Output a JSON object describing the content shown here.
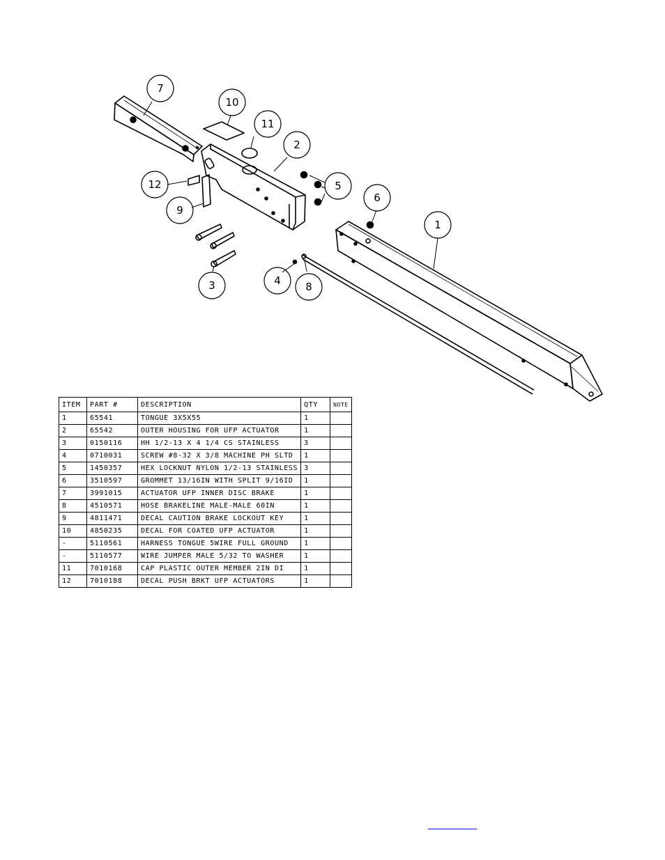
{
  "callouts": [
    "7",
    "10",
    "11",
    "2",
    "12",
    "9",
    "5",
    "6",
    "1",
    "3",
    "4",
    "8"
  ],
  "table": {
    "headers": [
      "ITEM",
      "PART #",
      "DESCRIPTION",
      "QTY",
      "NOTE"
    ],
    "rows": [
      [
        "1",
        "65541",
        "TONGUE 3X5X55",
        "1",
        ""
      ],
      [
        "2",
        "65542",
        "OUTER HOUSING FOR UFP ACTUATOR",
        "1",
        ""
      ],
      [
        "3",
        "0150116",
        "HH 1/2-13 X 4 1/4 CS STAINLESS",
        "3",
        ""
      ],
      [
        "4",
        "0710031",
        "SCREW #8-32 X 3/8 MACHINE PH SLTD",
        "1",
        ""
      ],
      [
        "5",
        "1450357",
        "HEX LOCKNUT NYLON 1/2-13 STAINLESS",
        "3",
        ""
      ],
      [
        "6",
        "3510597",
        "GROMMET 13/16IN  WITH SPLIT 9/16ID",
        "1",
        ""
      ],
      [
        "7",
        "3991015",
        "ACTUATOR UFP INNER  DISC BRAKE",
        "1",
        ""
      ],
      [
        "8",
        "4510571",
        "HOSE BRAKELINE MALE-MALE 60IN",
        "1",
        ""
      ],
      [
        "9",
        "4811471",
        "DECAL CAUTION BRAKE LOCKOUT KEY",
        "1",
        ""
      ],
      [
        "10",
        "4850235",
        "DECAL FOR COATED UFP ACTUATOR",
        "1",
        ""
      ],
      [
        "-",
        "5110561",
        "HARNESS TONGUE 5WIRE FULL GROUND",
        "1",
        ""
      ],
      [
        "-",
        "5110577",
        "WIRE JUMPER MALE 5/32 TO WASHER",
        "1",
        ""
      ],
      [
        "11",
        "7010168",
        "CAP  PLASTIC OUTER MEMBER 2IN DI",
        "1",
        ""
      ],
      [
        "12",
        "7010188",
        "DECAL PUSH BRKT UFP ACTUATORS",
        "1",
        ""
      ]
    ]
  },
  "footer_link": "                    "
}
